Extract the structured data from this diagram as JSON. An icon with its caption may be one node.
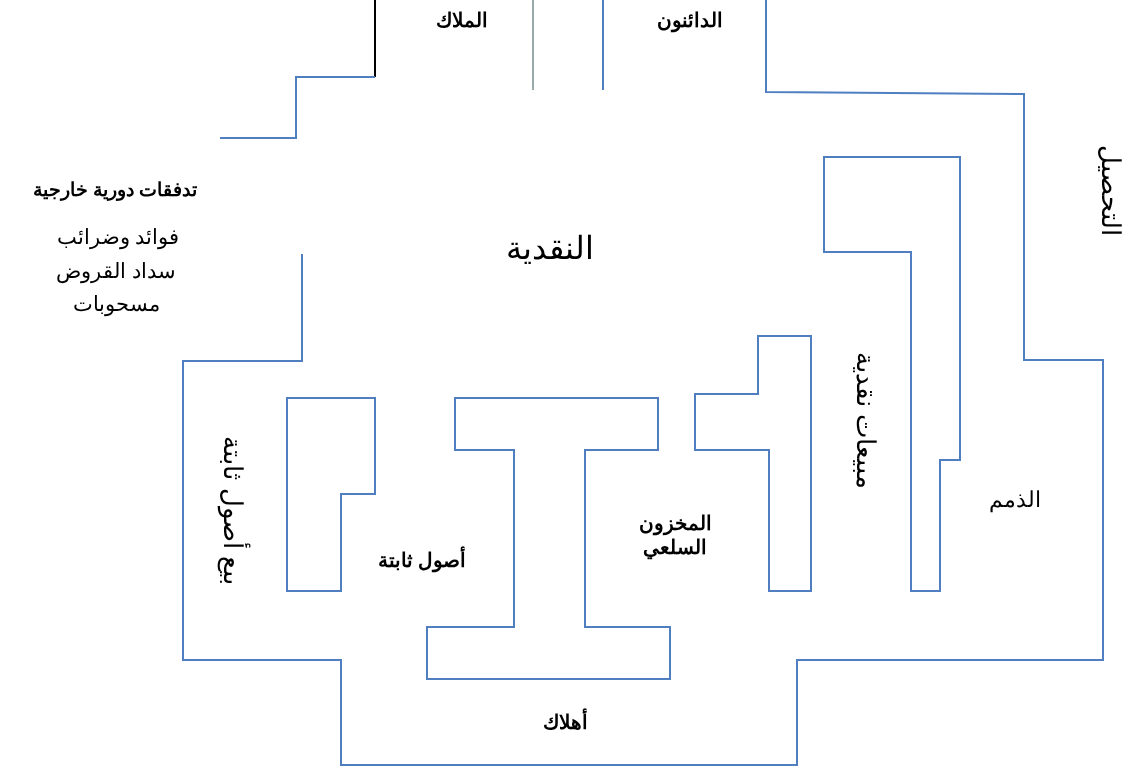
{
  "diagram": {
    "labels": [
      "الملاك",
      "الدائنون",
      "التحصيل",
      "تدفقات دورية خارجية",
      "فوائد وضرائب",
      "سداد القروض",
      "مسحوبات",
      "النقدية",
      "مبيعات نقدية",
      "بيع أصول ثابتة",
      "أصول ثابتة",
      "المخزون السلعي",
      "الذمم",
      "أهلاك"
    ]
  }
}
